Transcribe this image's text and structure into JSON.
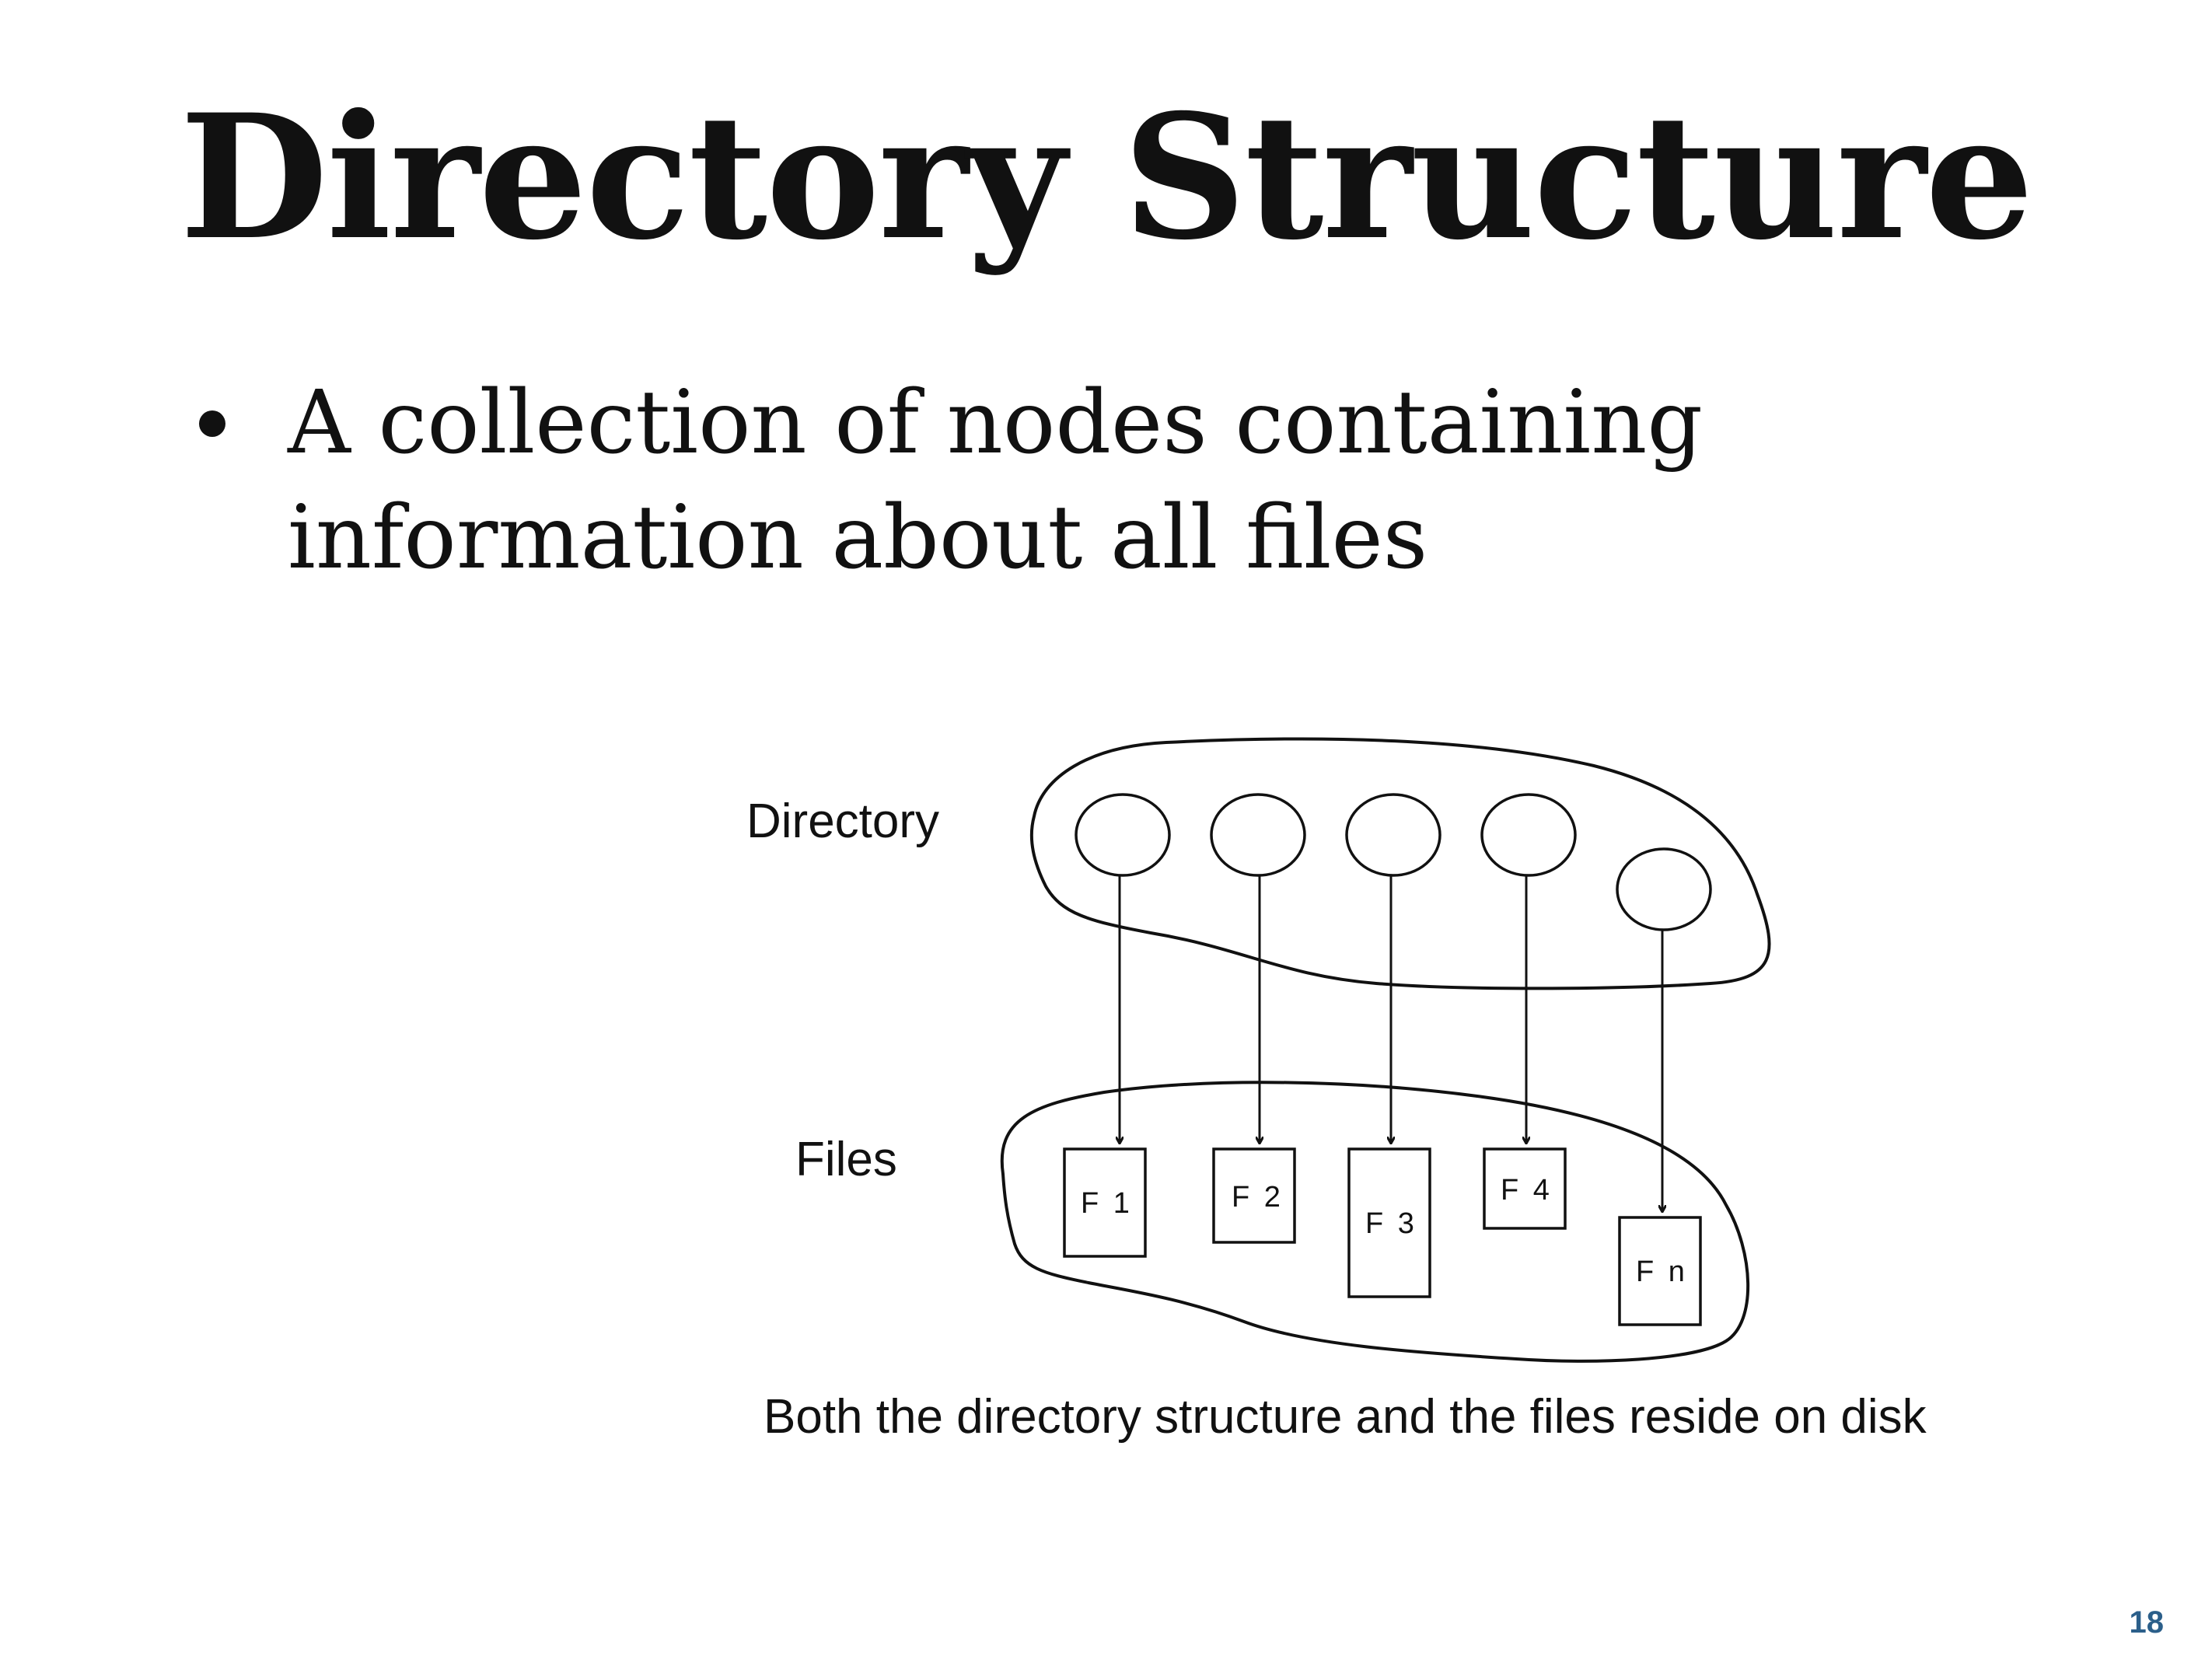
{
  "slide": {
    "title": "Directory Structure",
    "bullets": [
      "A collection of nodes containing information about all files"
    ],
    "page_number": "18"
  },
  "diagram": {
    "directory_label": "Directory",
    "files_label": "Files",
    "directory_nodes": 5,
    "files": [
      "F 1",
      "F 2",
      "F 3",
      "F 4",
      "F n"
    ],
    "caption": "Both the directory structure and the files reside on disk"
  },
  "colors": {
    "text": "#111111",
    "page_number": "#2b5f8a",
    "background": "#ffffff"
  }
}
